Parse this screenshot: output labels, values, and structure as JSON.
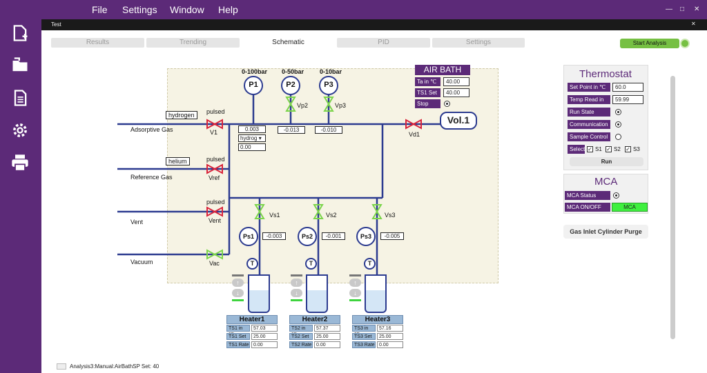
{
  "menu": {
    "file": "File",
    "settings": "Settings",
    "window": "Window",
    "help": "Help"
  },
  "window": {
    "title": "Test"
  },
  "tabs": [
    "Results",
    "Trending",
    "Schematic",
    "PID",
    "Settings"
  ],
  "start_button": "Start Analysis",
  "schematic": {
    "gauges": [
      {
        "range": "0-100bar",
        "label": "P1"
      },
      {
        "range": "0-50bar",
        "label": "P2"
      },
      {
        "range": "0-10bar",
        "label": "P3"
      }
    ],
    "valves": {
      "vp2": "Vp2",
      "vp3": "Vp3",
      "vd1": "Vd1",
      "v1": "V1",
      "vref": "Vref",
      "vent": "Vent",
      "vac": "Vac",
      "vs1": "Vs1",
      "vs2": "Vs2",
      "vs3": "Vs3"
    },
    "pulsed": "pulsed",
    "gas_hydrogen": "hydrogen",
    "gas_helium": "helium",
    "line_labels": {
      "adsorptive": "Adsorptive Gas",
      "reference": "Reference Gas",
      "vent": "Vent",
      "vacuum": "Vacuum"
    },
    "p1_value": "0.003",
    "p2_value": "-0.013",
    "p3_value": "-0.010",
    "gas_select": "hydrog",
    "flow_value": "0.00",
    "vol1": "Vol.1",
    "ps_values": [
      "-0.003",
      "-0.001",
      "-0.005"
    ],
    "ps_labels": [
      "Ps1",
      "Ps2",
      "Ps3"
    ],
    "t_label": "T"
  },
  "air_bath": {
    "title": "AIR BATH",
    "ta_label": "Ta in ℃",
    "ta_value": "40.00",
    "ts1_label": "TS1 Set",
    "ts1_value": "40.00",
    "stop_label": "Stop"
  },
  "heaters": [
    {
      "title": "Heater1",
      "r1": "TS1 in ℃",
      "v1": "57.03",
      "r2": "TS1 Set",
      "v2": "25.00",
      "r3": "TS1 Rate",
      "v3": "0.00"
    },
    {
      "title": "Heater2",
      "r1": "TS2 in ℃",
      "v1": "57.37",
      "r2": "TS2 Set",
      "v2": "25.00",
      "r3": "TS2 Rate",
      "v3": "0.00"
    },
    {
      "title": "Heater3",
      "r1": "TS3 in ℃",
      "v1": "57.16",
      "r2": "TS3 Set",
      "v2": "25.00",
      "r3": "TS3 Rate",
      "v3": "0.00"
    }
  ],
  "thermostat": {
    "title": "Thermostat",
    "setpoint_label": "Set Point in ℃",
    "setpoint_value": "60.0",
    "tempread_label": "Temp Read in ℃",
    "tempread_value": "59.99",
    "runstate_label": "Run State",
    "comm_label": "Communication",
    "sample_label": "Sample Control",
    "select_label": "Select",
    "s1": "S1",
    "s2": "S2",
    "s3": "S3",
    "run": "Run"
  },
  "mca": {
    "title": "MCA",
    "status_label": "MCA Status",
    "onoff_label": "MCA ON/OFF",
    "button": "MCA"
  },
  "purge_button": "Gas Inlet Cylinder Purge",
  "status_text": "Analysis3:Manual:AirBathSP Set: 40",
  "colors": {
    "brand": "#5c2a78",
    "valve_red": "#d9233a",
    "valve_green": "#7bd44a",
    "pipe": "#2b3a8f",
    "active_green": "#3ef03e"
  }
}
